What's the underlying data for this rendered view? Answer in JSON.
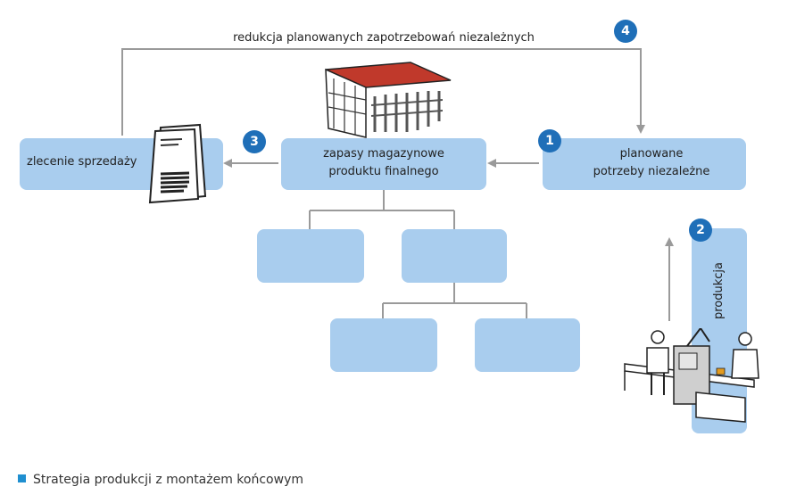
{
  "top_label": "redukcja planowanych zapotrzebowań niezależnych",
  "boxes": {
    "sales_order": "zlecenie sprzedaży",
    "stock_line1": "zapasy magazynowe",
    "stock_line2": "produktu finalnego",
    "planned_line1": "planowane",
    "planned_line2": "potrzeby niezależne",
    "production": "produkcja"
  },
  "badges": [
    "1",
    "2",
    "3",
    "4"
  ],
  "caption": "Strategia produkcji z montażem końcowym",
  "colors": {
    "box": "#a9cdee",
    "badge": "#1f6fb8",
    "line": "#9a9a9a",
    "caption_square": "#1f8fd0"
  }
}
